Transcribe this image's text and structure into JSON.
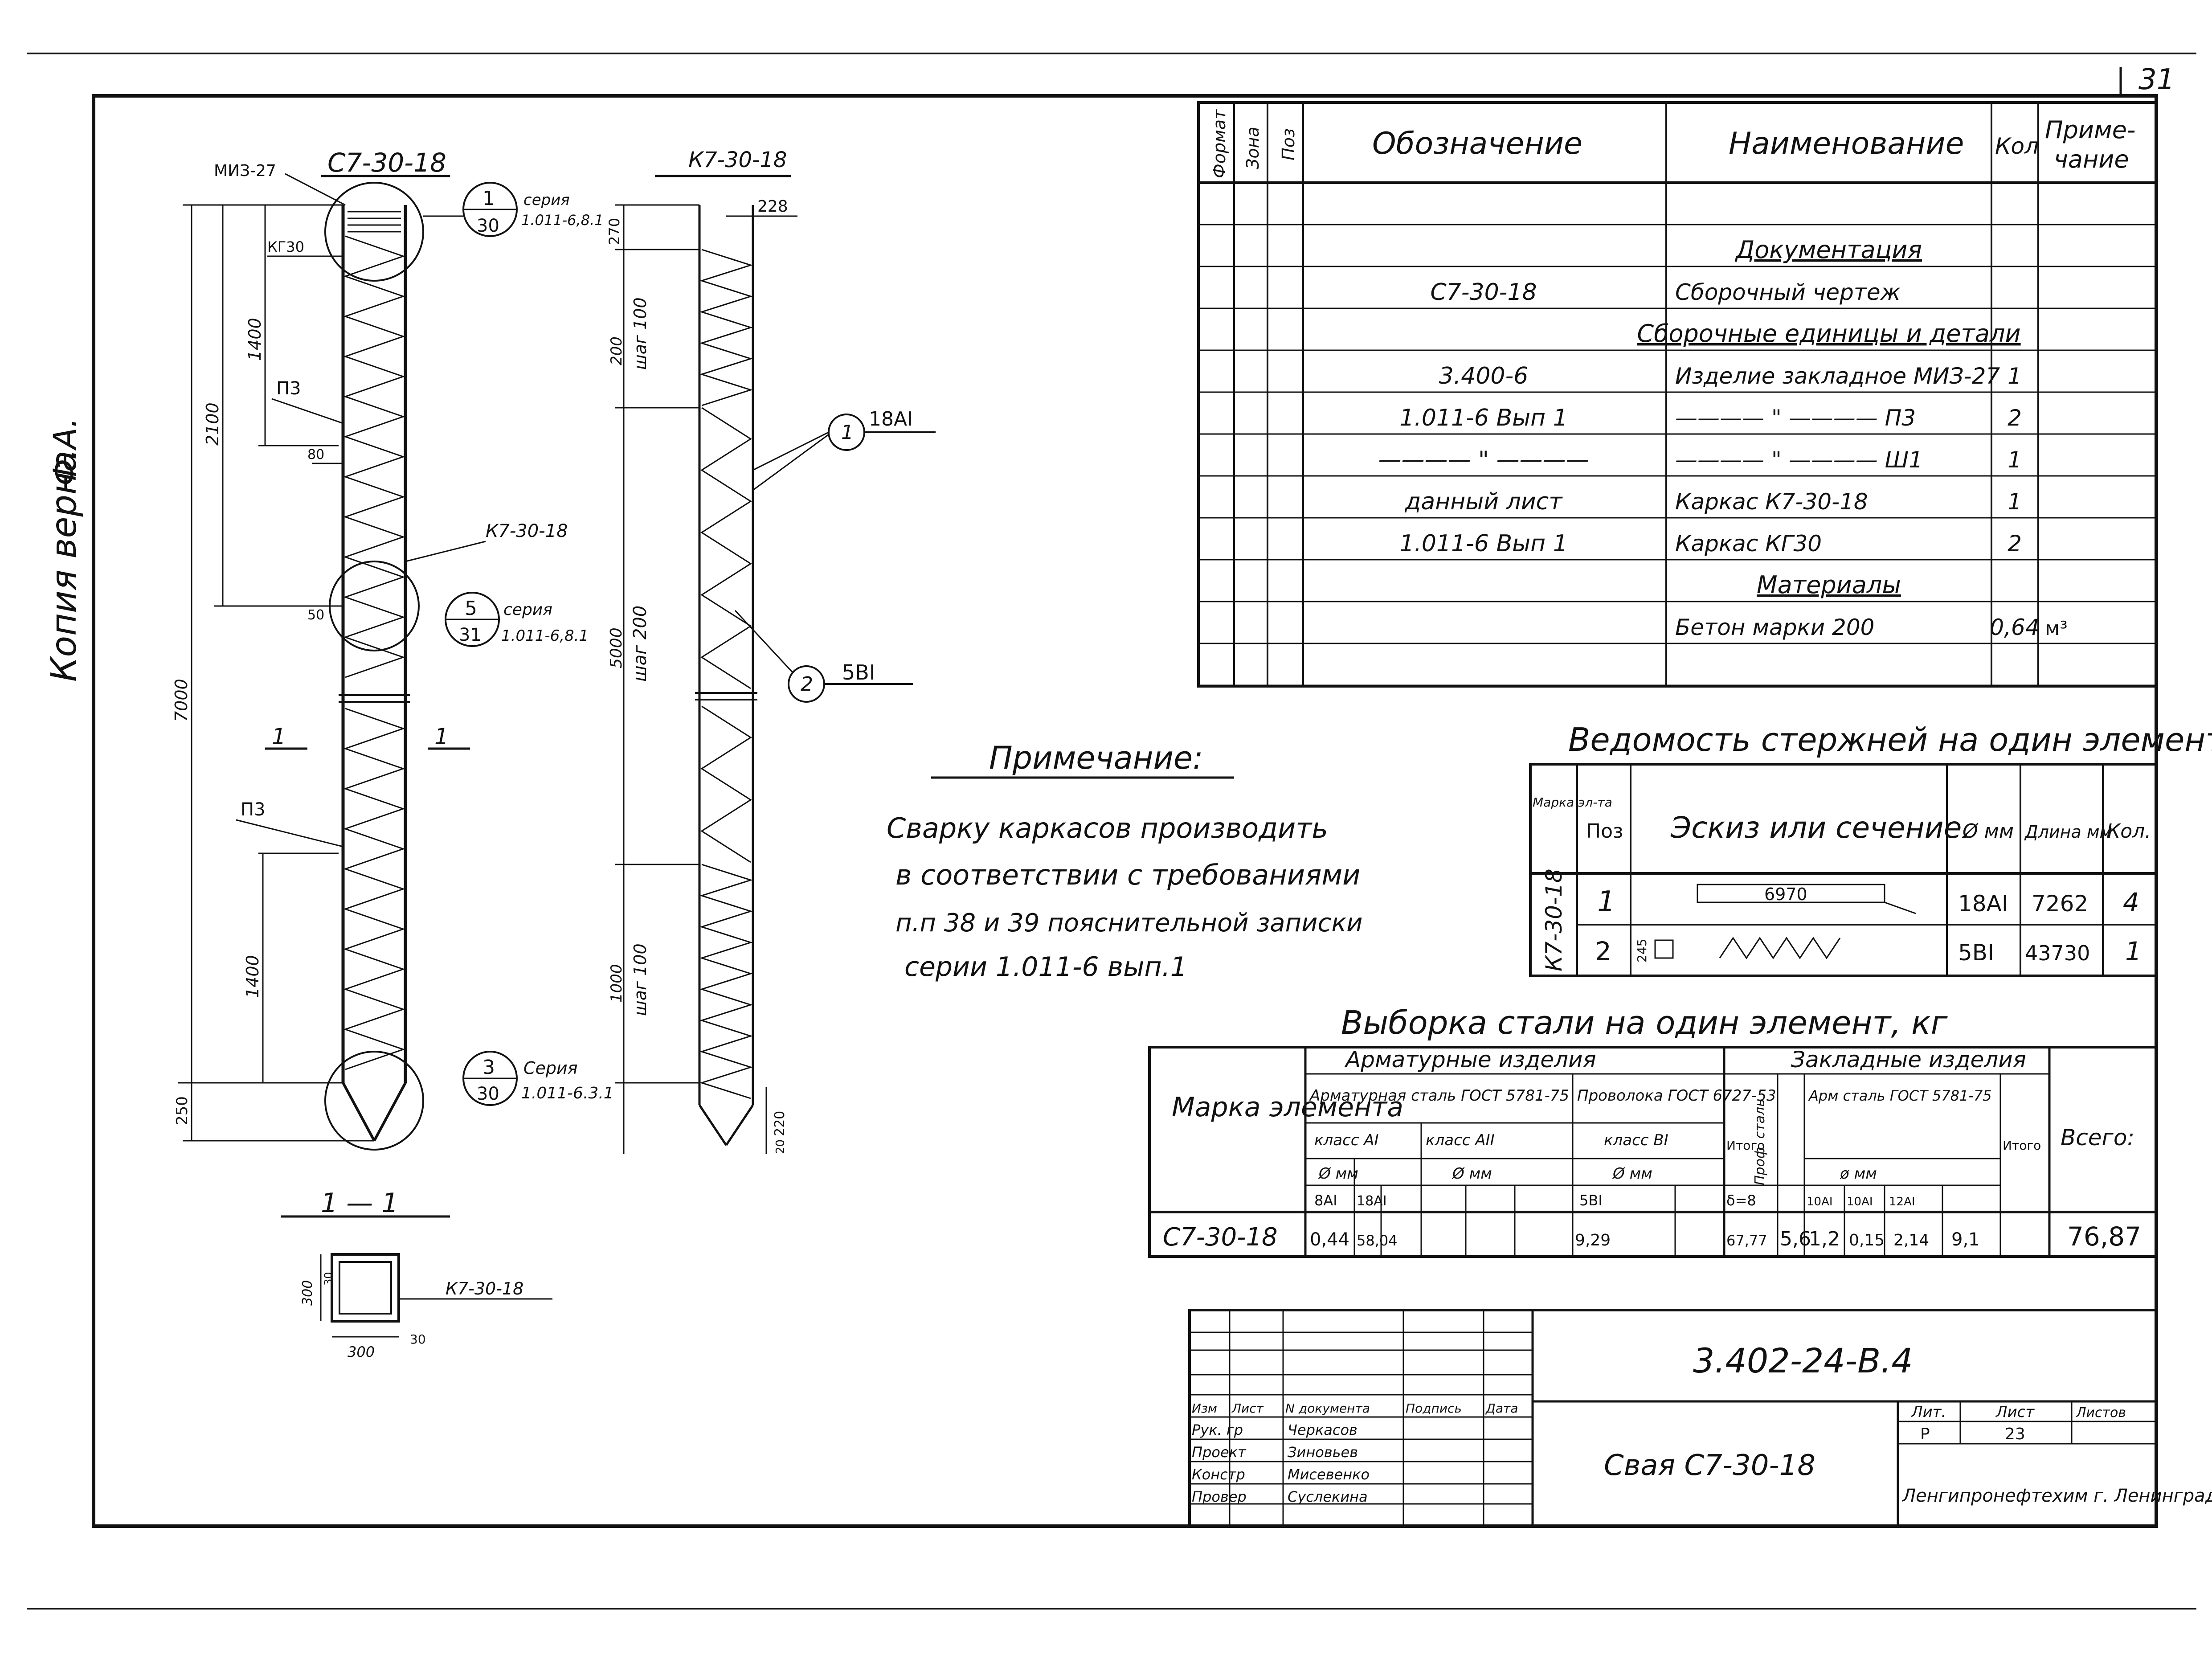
{
  "page_number": "31",
  "margin_note": "Копия верна",
  "margin_initials": "Ф.А.",
  "pile_drawing": {
    "title": "С7-30-18",
    "marks": {
      "miz": "МИЗ-27",
      "kg": "КГ30",
      "p3_top": "П3",
      "p3_bottom": "П3",
      "k7": "К7-30-18"
    },
    "dims": {
      "total": "7000",
      "upper": "2100",
      "p3_upper": "1400",
      "p3_lower": "1400",
      "tip": "250",
      "d80": "80",
      "d50": "50"
    },
    "callouts": [
      {
        "num": "1",
        "den": "30",
        "series": "серия",
        "ref": "1.011-6,8.1"
      },
      {
        "num": "5",
        "den": "31",
        "series": "серия",
        "ref": "1.011-6,8.1"
      },
      {
        "num": "3",
        "den": "30",
        "series": "Серия",
        "ref": "1.011-6.3.1"
      }
    ],
    "section_mark": "1"
  },
  "cage_drawing": {
    "title": "К7-30-18",
    "dims": {
      "top": "228",
      "d270": "270",
      "seg1": "200",
      "seg1_step": "шаг 100",
      "seg2": "5000",
      "seg2_step": "шаг 200",
      "seg3": "1000",
      "seg3_step": "шаг 100",
      "bot_a": "220",
      "bot_b": "20"
    },
    "bar1": {
      "num": "1",
      "label": "18АI"
    },
    "bar2": {
      "num": "2",
      "label": "5ВI"
    }
  },
  "section": {
    "title": "1 — 1",
    "height": "300",
    "cover": "30",
    "width": "300",
    "cover2": "30",
    "mark": "К7-30-18"
  },
  "note": {
    "heading": "Примечание:",
    "lines": [
      "Сварку каркасов производить",
      "в соответствии с требованиями",
      "п.п 38 и 39 пояснительной записки",
      "серии 1.011-6 вып.1"
    ]
  },
  "spec": {
    "headers": {
      "format": "Формат",
      "zone": "Зона",
      "pos": "Поз",
      "designation": "Обозначение",
      "name": "Наименование",
      "qty": "Кол",
      "note": "Приме-\nчание"
    },
    "rows": [
      {
        "designation": "",
        "name": "Документация",
        "qty": "",
        "note": "",
        "style": "header"
      },
      {
        "designation": "С7-30-18",
        "name": "Сборочный чертеж",
        "qty": "",
        "note": "",
        "style": "normal"
      },
      {
        "designation": "",
        "name": "Сборочные единицы и детали",
        "qty": "",
        "note": "",
        "style": "header"
      },
      {
        "designation": "3.400-6",
        "name": "Изделие закладное МИЗ-27",
        "qty": "1",
        "note": "",
        "style": "normal"
      },
      {
        "designation": "1.011-6 Вып 1",
        "name": "———— \" ———— П3",
        "qty": "2",
        "note": "",
        "style": "normal"
      },
      {
        "designation": "———— \" ————",
        "name": "———— \" ———— Ш1",
        "qty": "1",
        "note": "",
        "style": "normal"
      },
      {
        "designation": "данный лист",
        "name": "Каркас К7-30-18",
        "qty": "1",
        "note": "",
        "style": "normal"
      },
      {
        "designation": "1.011-6 Вып 1",
        "name": "Каркас КГ30",
        "qty": "2",
        "note": "",
        "style": "normal"
      },
      {
        "designation": "",
        "name": "Материалы",
        "qty": "",
        "note": "",
        "style": "header"
      },
      {
        "designation": "",
        "name": "Бетон марки 200",
        "qty": "0,64",
        "note": "м³",
        "style": "normal"
      }
    ]
  },
  "bars": {
    "title": "Ведомость стержней на один элемент",
    "headers": {
      "mark": "Марка эл-та",
      "pos": "Поз",
      "sketch": "Эскиз или сечение.",
      "dia": "Ø мм",
      "length": "Длина мм",
      "qty": "Кол."
    },
    "element": "К7-30-18",
    "rows": [
      {
        "pos": "1",
        "sketch": "6970",
        "dia": "18АI",
        "length": "7262",
        "qty": "4"
      },
      {
        "pos": "2",
        "sketch": "245",
        "dia": "5ВI",
        "length": "43730",
        "qty": "1"
      }
    ]
  },
  "steel": {
    "title": "Выборка стали на один элемент, кг",
    "h_mark": "Марка элемента",
    "h_reinf": "Арматурные изделия",
    "h_embed": "Закладные изделия",
    "h_rebar": "Арматурная сталь ГОСТ 5781-75",
    "h_wire": "Проволока ГОСТ 6727-53",
    "h_class_ai": "класс АI",
    "h_class_aii": "класс АII",
    "h_class_bi": "класс ВI",
    "h_mm": "Ø мм",
    "h_total": "Итого",
    "h_prof": "Проф. сталь",
    "h_emb_steel": "Арм сталь ГОСТ 5781-75",
    "h_grand": "Всего:",
    "subs": [
      "8АI",
      "18АI",
      "5ВI"
    ],
    "emb_subs": [
      "δ=8",
      "ø мм",
      "10АI",
      "10АI",
      "12АI"
    ],
    "row": {
      "mark": "С7-30-18",
      "v8": "0,44",
      "v18": "58,04",
      "v5": "9,29",
      "total": "67,77",
      "prof": "5,6",
      "e1": "1,2",
      "e2": "0,15",
      "e3": "2,14",
      "etotal": "9,1",
      "grand": "76,87"
    }
  },
  "title_block": {
    "code": "3.402-24-В.4",
    "name": "Свая С7-30-18",
    "org": "Ленгипронефтехим г. Ленинград",
    "lit_label": "Лит.",
    "sheet_label": "Лист",
    "sheets_label": "Листов",
    "lit": "Р",
    "sheet": "23",
    "cols": [
      "Изм",
      "Лист",
      "N документа",
      "Подпись",
      "Дата"
    ],
    "people": [
      {
        "role": "Рук. гр",
        "name": "Черкасов"
      },
      {
        "role": "Проект",
        "name": "Зиновьев"
      },
      {
        "role": "Констр",
        "name": "Мисевенко"
      },
      {
        "role": "Провер",
        "name": "Суслекина"
      }
    ]
  }
}
